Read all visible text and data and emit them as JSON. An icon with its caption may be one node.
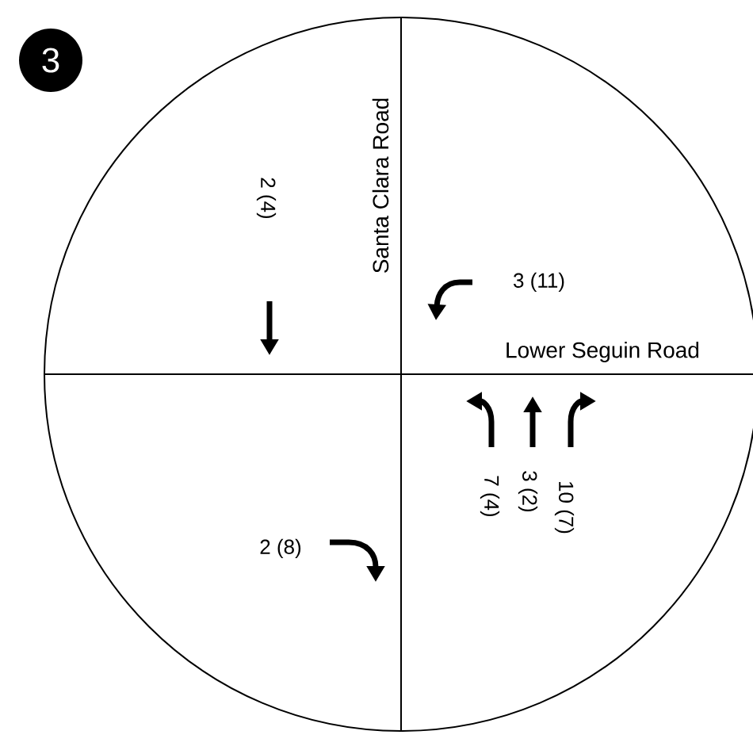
{
  "diagram": {
    "nodes": [
      {
        "text": [
          "3"
        ]
      }
    ],
    "labels": [
      "Santa Clara Road",
      "2 (4)",
      "3 (11)",
      "Lower Seguin Road",
      "7 (4)",
      "3 (2)",
      "10 (7)",
      "2 (8)"
    ]
  }
}
